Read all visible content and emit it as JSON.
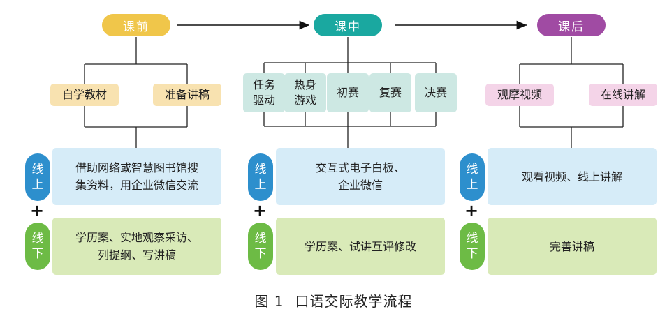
{
  "phases": {
    "pre": {
      "label": "课前",
      "color": "#f0c64a"
    },
    "mid": {
      "label": "课中",
      "color": "#1aa8a0"
    },
    "post": {
      "label": "课后",
      "color": "#a04ba3"
    }
  },
  "pre_tasks": [
    "自学教材",
    "准备讲稿"
  ],
  "mid_steps": [
    {
      "line1": "任务",
      "line2": "驱动"
    },
    {
      "line1": "热身",
      "line2": "游戏"
    },
    {
      "line1": "初赛",
      "line2": ""
    },
    {
      "line1": "复赛",
      "line2": ""
    },
    {
      "line1": "决赛",
      "line2": ""
    }
  ],
  "post_tasks": [
    "观摩视频",
    "在线讲解"
  ],
  "badges": {
    "online": {
      "c1": "线",
      "c2": "上"
    },
    "offline": {
      "c1": "线",
      "c2": "下"
    },
    "plus": "+"
  },
  "columns": {
    "pre": {
      "online": {
        "line1": "借助网络或智慧图书馆搜",
        "line2": "集资料，用企业微信交流"
      },
      "offline": {
        "line1": "学历案、实地观察采访、",
        "line2": "列提纲、写讲稿"
      }
    },
    "mid": {
      "online": {
        "line1": "交互式电子白板、",
        "line2": "企业微信"
      },
      "offline": {
        "line1": "学历案、试讲互评修改",
        "line2": ""
      }
    },
    "post": {
      "online": {
        "line1": "观看视频、线上讲解",
        "line2": ""
      },
      "offline": {
        "line1": "完善讲稿",
        "line2": ""
      }
    }
  },
  "caption": {
    "figure": "图 1",
    "title": "口语交际教学流程"
  },
  "colors": {
    "pre_tag": "#f8e2b0",
    "post_tag": "#f4d4e8",
    "step": "#cde8e3",
    "online_panel": "#d6ecf8",
    "offline_panel": "#d9eab8"
  }
}
